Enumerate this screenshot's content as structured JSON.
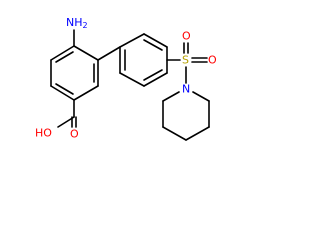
{
  "molecule": {
    "atoms": [
      {
        "id": "NH2",
        "label": "NH",
        "sub": "2",
        "color": "#0000ff"
      },
      {
        "id": "OH",
        "label": "HO",
        "color": "#ff0000"
      },
      {
        "id": "O",
        "label": "O",
        "color": "#ff0000"
      },
      {
        "id": "S",
        "label": "S",
        "color": "#b5a000"
      },
      {
        "id": "SO1",
        "label": "O",
        "color": "#ff0000"
      },
      {
        "id": "SO2",
        "label": "O",
        "color": "#ff0000"
      },
      {
        "id": "N",
        "label": "N",
        "color": "#0000ff"
      }
    ],
    "bond_color": "#000000"
  }
}
